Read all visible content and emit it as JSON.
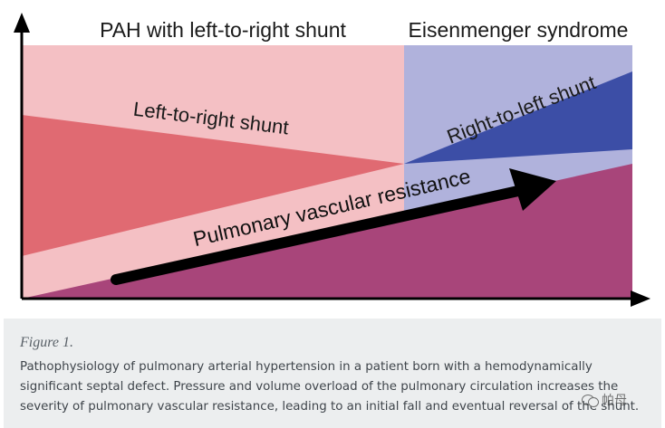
{
  "diagram": {
    "phases": {
      "left": "PAH with left-to-right shunt",
      "right": "Eisenmenger syndrome"
    },
    "regions": {
      "left_to_right": "Left-to-right shunt",
      "right_to_left": "Right-to-left shunt",
      "pvr": "Pulmonary vascular resistance"
    },
    "colors": {
      "lr_background": "#f4c0c4",
      "lr_shunt": "#e06a72",
      "el_background": "#b0b2dc",
      "rl_shunt": "#3c4ea6",
      "pvr": "#a8457a",
      "arrow": "#000000"
    }
  },
  "caption": {
    "label": "Figure 1.",
    "lines": [
      "Pathophysiology of pulmonary arterial hypertension in a patient born with a hemodynamically",
      "significant septal defect. Pressure and volume overload of the pulmonary circulation increases the",
      "severity of pulmonary vascular resistance, leading to an initial fall and eventual reversal of the shunt."
    ],
    "background": "#eceeef"
  },
  "watermark": {
    "text": "帕母"
  }
}
